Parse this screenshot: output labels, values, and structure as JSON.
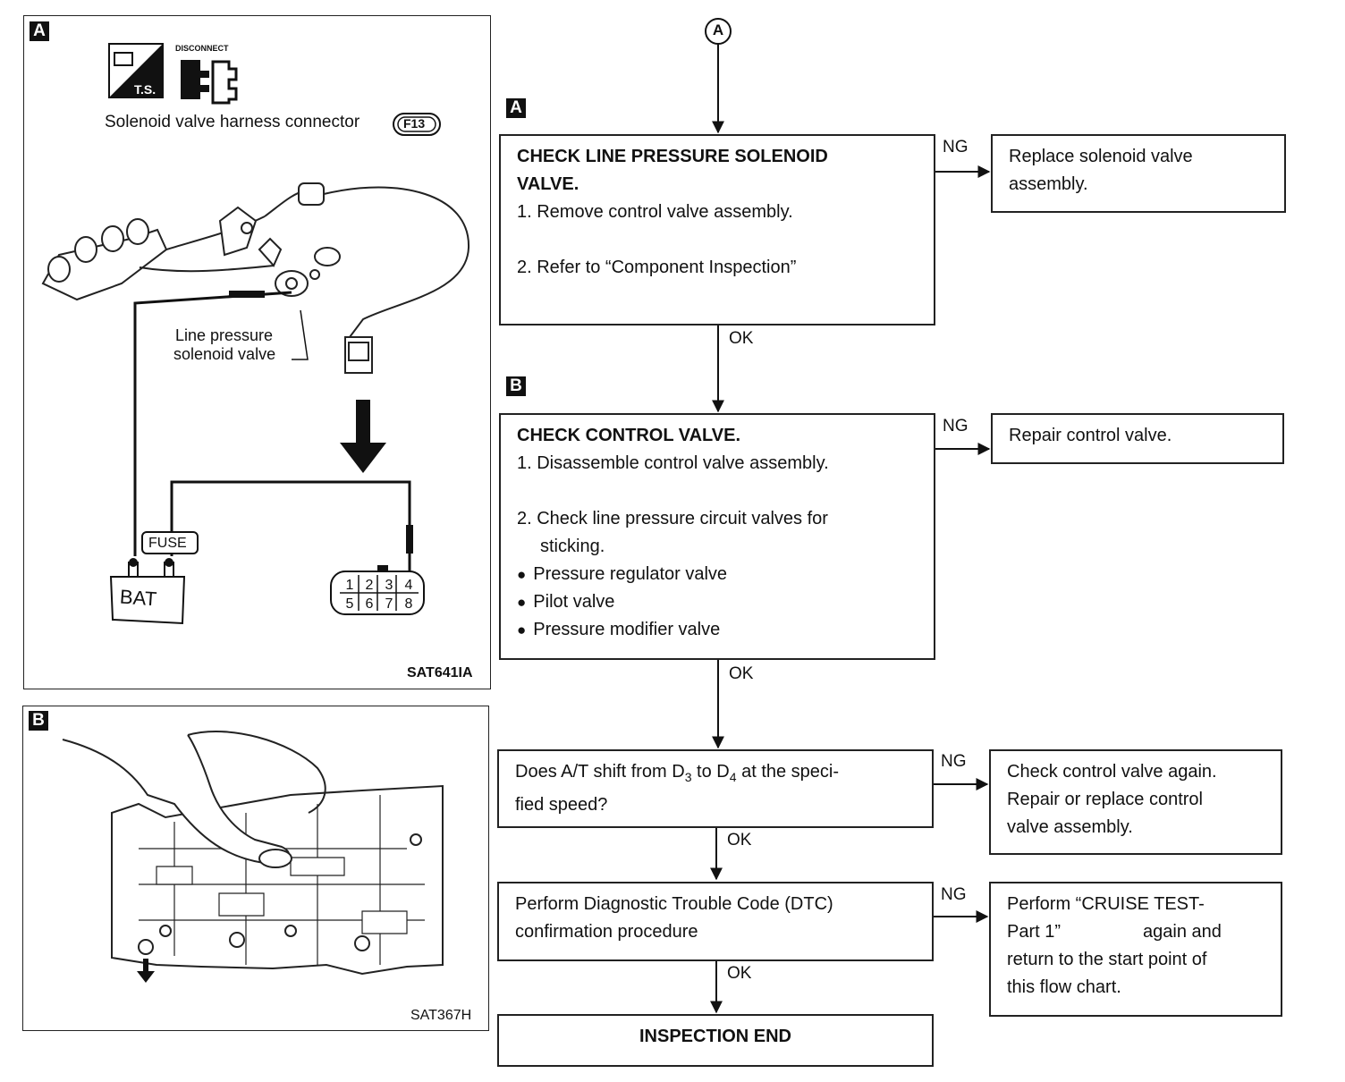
{
  "panel_a": {
    "tag": "A",
    "connector_caption": "Solenoid valve harness connector",
    "connector_id": "F13",
    "ts_label": "T.S.",
    "disconnect_label": "DISCONNECT",
    "valve_label_line1": "Line pressure",
    "valve_label_line2": "solenoid valve",
    "fuse_label": "FUSE",
    "battery_label": "BAT",
    "pins_top": [
      "1",
      "2",
      "3",
      "4"
    ],
    "pins_bottom": [
      "5",
      "6",
      "7",
      "8"
    ],
    "figure_code": "SAT641IA"
  },
  "panel_b": {
    "tag": "B",
    "figure_code": "SAT367H"
  },
  "flow": {
    "start_connector": "A",
    "step_a_tag": "A",
    "step_a_title1": "CHECK LINE PRESSURE SOLENOID",
    "step_a_title2": "VALVE.",
    "step_a_item1": "1.  Remove control valve assembly.",
    "step_a_item2": "2.  Refer to “Component Inspection”",
    "step_a_ng": "Replace solenoid valve assembly.",
    "step_b_tag": "B",
    "step_b_title": "CHECK CONTROL VALVE.",
    "step_b_item1": "1. Disassemble control valve assembly.",
    "step_b_item2a": "2. Check line pressure circuit valves for",
    "step_b_item2b": "sticking.",
    "step_b_bullets": [
      "Pressure regulator valve",
      "Pilot valve",
      "Pressure modifier valve"
    ],
    "step_b_ng": "Repair control valve.",
    "step_c_line1_pre": "Does A/T shift from D",
    "step_c_sub1": "3",
    "step_c_mid": " to D",
    "step_c_sub2": "4",
    "step_c_line1_post": " at the speci-",
    "step_c_line2": "fied speed?",
    "step_c_ng_line1": "Check control valve again.",
    "step_c_ng_line2": "Repair or replace control",
    "step_c_ng_line3": "valve assembly.",
    "step_d_line1": "Perform Diagnostic Trouble Code (DTC)",
    "step_d_line2": "confirmation procedure",
    "step_d_ng_line1": "Perform “CRUISE TEST-",
    "step_d_ng_line2a": "Part 1”",
    "step_d_ng_line2b": "again and",
    "step_d_ng_line3": "return to the start point of",
    "step_d_ng_line4": "this flow chart.",
    "end_label": "INSPECTION END",
    "ng": "NG",
    "ok": "OK"
  }
}
